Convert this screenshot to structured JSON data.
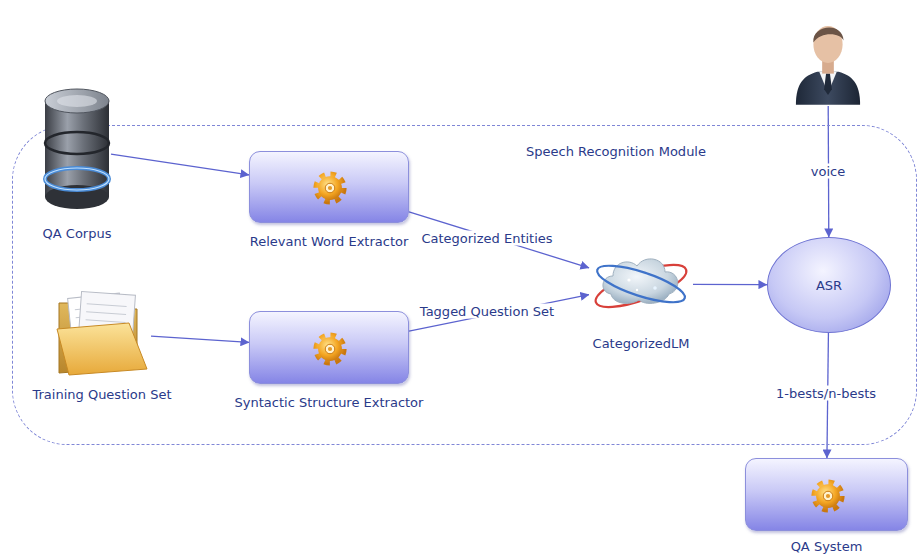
{
  "diagram": {
    "nodes": [
      {
        "text": [
          "Speech Recognition Module"
        ]
      },
      {
        "text": [
          "QA Corpus"
        ],
        "in": 0
      },
      {
        "text": [
          "Relevant Word Extractor"
        ],
        "in": 0
      },
      {
        "text": [
          "Training Question Set"
        ],
        "in": 0
      },
      {
        "text": [
          "Syntactic Structure Extractor"
        ],
        "in": 0
      },
      {
        "text": [
          "CategorizedLM"
        ],
        "in": 0
      },
      {
        "text": [
          "ASR"
        ],
        "in": 0
      },
      {
        "text": []
      },
      {
        "text": [
          "QA System"
        ]
      }
    ],
    "edges": [
      {
        "from": 1,
        "to": 2,
        "arrow": "to"
      },
      {
        "from": 2,
        "to": 5,
        "label": "Categorized Entities",
        "arrow": "to"
      },
      {
        "from": 3,
        "to": 4,
        "arrow": "to"
      },
      {
        "from": 4,
        "to": 5,
        "label": "Tagged Question Set",
        "arrow": "to"
      },
      {
        "from": 5,
        "to": 6,
        "arrow": "to"
      },
      {
        "from": 7,
        "to": 6,
        "label": "voice",
        "arrow": "to"
      },
      {
        "from": 6,
        "to": 8,
        "label": "1-bests/n-bests",
        "arrow": "to"
      }
    ]
  }
}
